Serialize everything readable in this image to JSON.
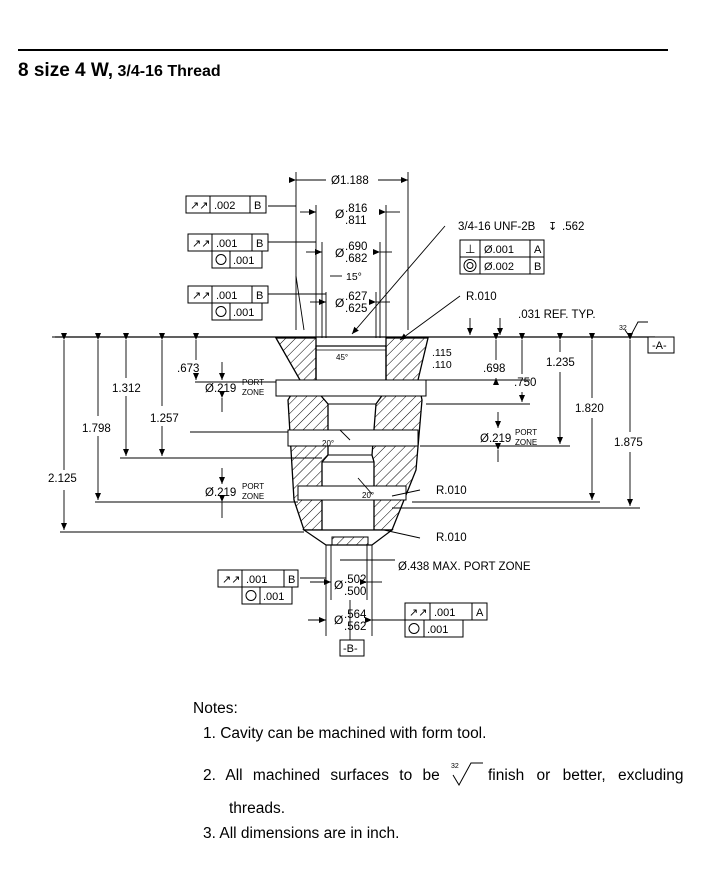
{
  "header": {
    "title_main": "8 size 4 W,",
    "title_sub": "3/4-16 Thread"
  },
  "dimensions": {
    "dia_1188": "Ø1.188",
    "dia_816": ".816",
    "dia_811": ".811",
    "dia_690": ".690",
    "dia_682": ".682",
    "angle_15": "15°",
    "dia_627": ".627",
    "dia_625": ".625",
    "thread": "3/4-16 UNF-2B",
    "thread_depth": ".562",
    "r_010_top": "R.010",
    "ref_031": ".031 REF. TYP.",
    "finish_32": "32",
    "datum_a": "-A-",
    "dim_115": ".115",
    "dim_110": ".110",
    "dim_698": ".698",
    "dim_1235": "1.235",
    "dim_750": ".750",
    "dim_1820": "1.820",
    "dim_1875": "1.875",
    "dim_673": ".673",
    "dim_1312": "1.312",
    "dim_1257": "1.257",
    "dim_1798": "1.798",
    "dim_2125": "2.125",
    "angle_45": "45°",
    "angle_20a": "20°",
    "angle_20b": "20°",
    "port_219_a": "Ø.219",
    "port_219_b": "Ø.219",
    "port_219_c": "Ø.219",
    "port_word": "PORT",
    "zone_word": "ZONE",
    "r_010_mid": "R.010",
    "r_010_low": "R.010",
    "port_zone_438": "Ø.438 MAX. PORT ZONE",
    "dia_502": ".502",
    "dia_500": ".500",
    "dia_564": ".564",
    "dia_562": ".562",
    "datum_b": "-B-",
    "dia_sym": "Ø"
  },
  "fcf": {
    "runout_002": ".002",
    "ref_b": "B",
    "ref_a": "A",
    "runout_001": ".001",
    "circ_001": ".001",
    "perp_001": "Ø.001",
    "conc_002": "Ø.002"
  },
  "notes": {
    "heading": "Notes:",
    "n1": "1. Cavity can be machined with form tool.",
    "n2_before": "2. All machined surfaces to be",
    "n2_after": "finish or better, excluding",
    "n2_cont": "threads.",
    "n3": "3. All dimensions are in inch."
  }
}
